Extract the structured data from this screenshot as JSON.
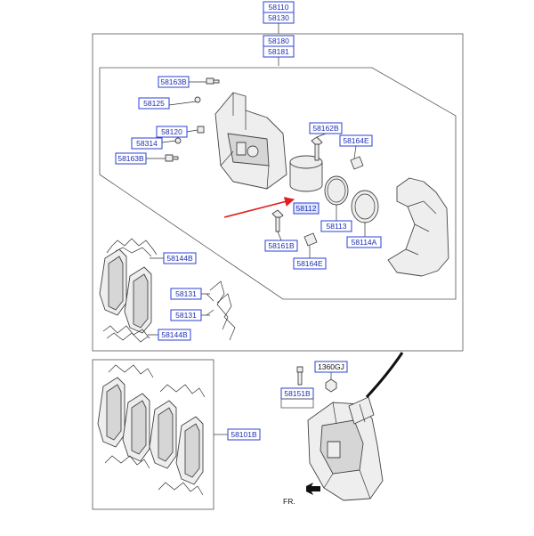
{
  "labels": {
    "top_a": "58110",
    "top_b": "58130",
    "assy_a": "58180",
    "assy_b": "58181",
    "l58163b_1": "58163B",
    "l58125": "58125",
    "l58120": "58120",
    "l58314": "58314",
    "l58163b_2": "58163B",
    "l58162b": "58162B",
    "l58164e_1": "58164E",
    "l58112": "58112",
    "l58113": "58113",
    "l58114a": "58114A",
    "l58161b": "58161B",
    "l58164e_2": "58164E",
    "l58144b_1": "58144B",
    "l58131_1": "58131",
    "l58131_2": "58131",
    "l58144b_2": "58144B",
    "l1360gj": "1360GJ",
    "l58151b": "58151B",
    "l58101b": "58101B",
    "fr": "FR."
  },
  "colors": {
    "label_border": "#2b3fd6",
    "label_text": "#1f2fb0",
    "highlight_arrow": "#e02020"
  }
}
